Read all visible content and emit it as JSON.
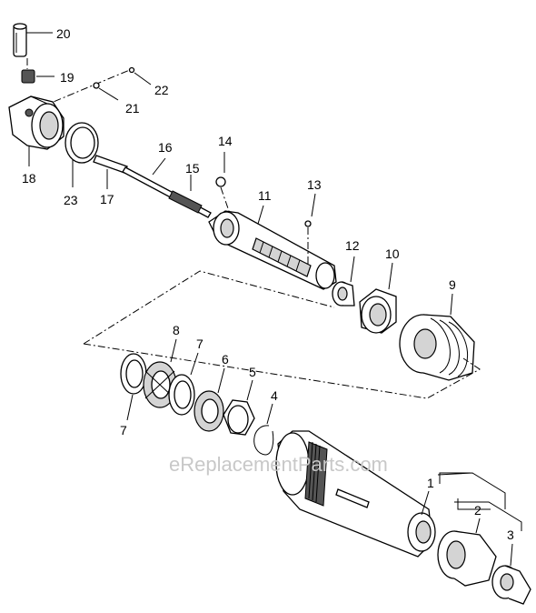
{
  "watermark": "eReplacementParts.com",
  "callouts": [
    "20",
    "19",
    "22",
    "21",
    "18",
    "23",
    "17",
    "16",
    "15",
    "14",
    "11",
    "13",
    "12",
    "10",
    "9",
    "8",
    "7",
    "6",
    "5",
    "4",
    "7",
    "1",
    "2",
    "3"
  ]
}
